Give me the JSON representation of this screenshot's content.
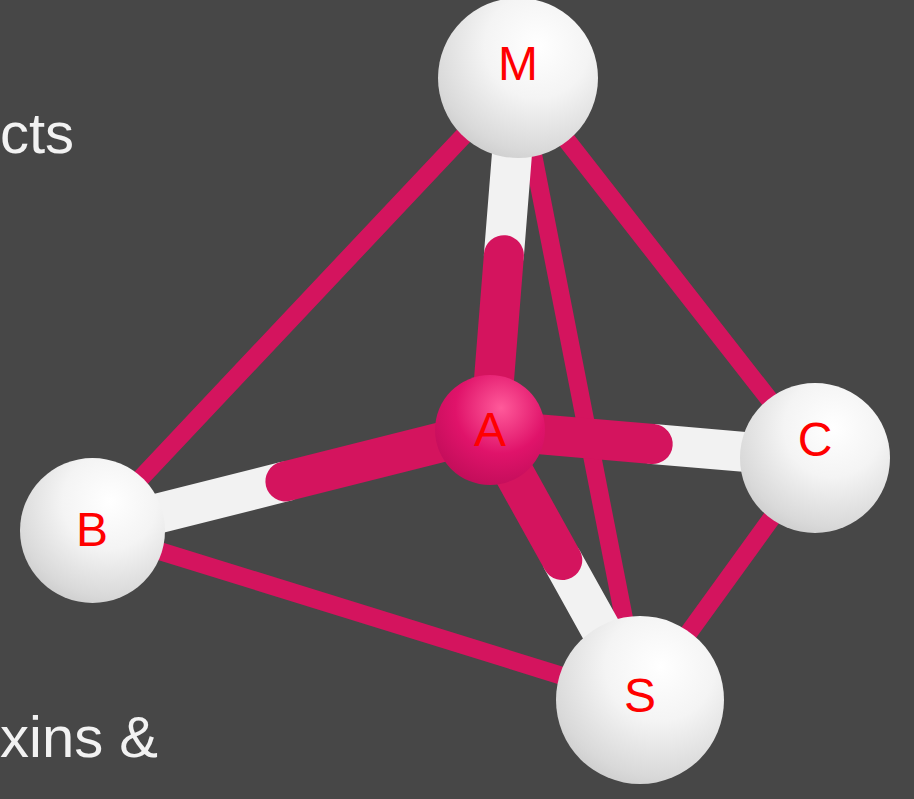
{
  "diagram": {
    "nodes": [
      {
        "text": [
          "M"
        ]
      },
      {
        "text": [
          "A"
        ]
      },
      {
        "text": [
          "C"
        ]
      },
      {
        "text": [
          "B"
        ]
      },
      {
        "text": [
          "S"
        ]
      }
    ],
    "edges": [
      {
        "from": 0,
        "to": 3,
        "arrow": "none"
      },
      {
        "from": 0,
        "to": 2,
        "arrow": "none"
      },
      {
        "from": 0,
        "to": 4,
        "arrow": "none"
      },
      {
        "from": 3,
        "to": 4,
        "arrow": "none"
      },
      {
        "from": 4,
        "to": 2,
        "arrow": "none"
      },
      {
        "from": 1,
        "to": 0,
        "arrow": "none"
      },
      {
        "from": 1,
        "to": 3,
        "arrow": "none"
      },
      {
        "from": 1,
        "to": 2,
        "arrow": "none"
      },
      {
        "from": 1,
        "to": 4,
        "arrow": "none"
      }
    ],
    "labels": [
      "cts",
      "xins &"
    ]
  }
}
